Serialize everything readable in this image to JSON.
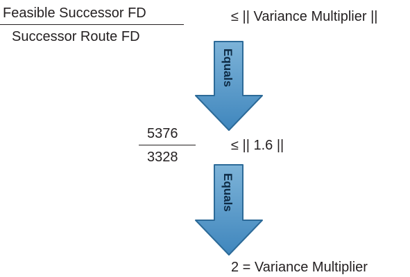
{
  "formula": {
    "row1": {
      "numerator": "Feasible Successor FD",
      "denominator": "Successor Route FD",
      "relation": "≤ || Variance Multiplier ||"
    },
    "row2": {
      "numerator": "5376",
      "denominator": "3328",
      "relation": "≤ || 1.6 ||"
    },
    "row3": {
      "result": "2 = Variance Multiplier"
    }
  },
  "arrows": [
    {
      "label": "Equals"
    },
    {
      "label": "Equals"
    }
  ],
  "colors": {
    "arrow_fill_top": "#7db3d8",
    "arrow_fill_bottom": "#3f86bd",
    "arrow_stroke": "#2c6a98",
    "text": "#231f20"
  }
}
